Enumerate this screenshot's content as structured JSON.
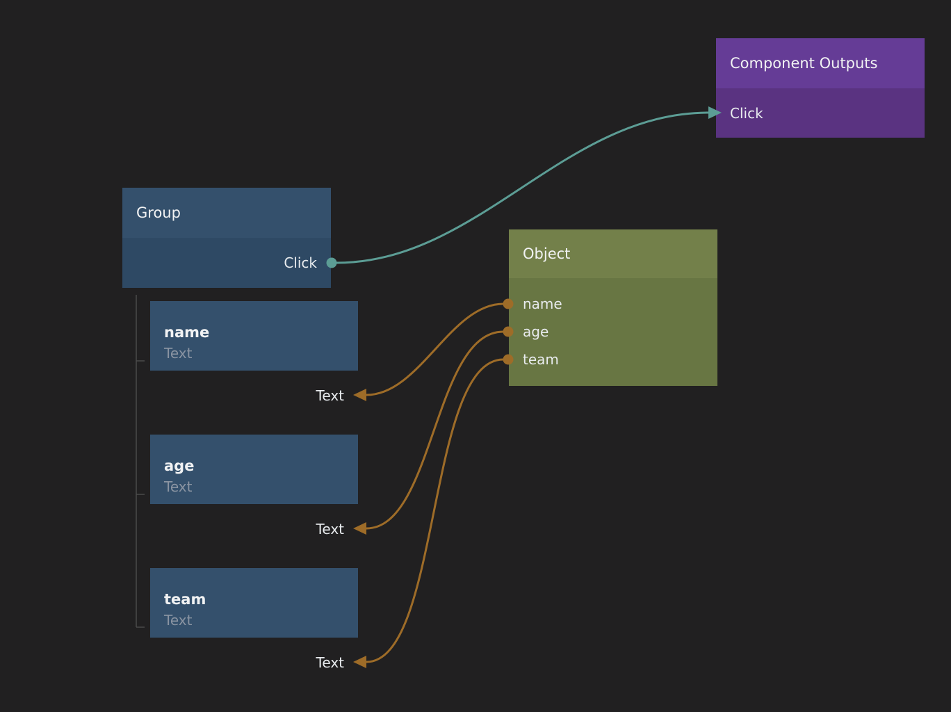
{
  "app": "node-graph-editor",
  "colors": {
    "background": "#212021",
    "blue_header": "#34506c",
    "blue_body": "#2e4964",
    "olive_header": "#73804a",
    "olive_body": "#687643",
    "purple_header": "#653c96",
    "purple_body": "#5a3381",
    "signal_edge": "#5c9d95",
    "data_edge": "#9e6c28",
    "tree_line": "#4b4b4b",
    "title_text": "#f1f2f3",
    "port_text": "#e8ebee",
    "subtitle_text": "#8a94a2"
  },
  "nodes": {
    "group": {
      "title": "Group",
      "output": "Click"
    },
    "component_outputs": {
      "title": "Component Outputs",
      "input": "Click"
    },
    "object": {
      "title": "Object",
      "outputs": [
        "name",
        "age",
        "team"
      ]
    },
    "children": [
      {
        "title": "name",
        "subtitle": "Text",
        "input": "Text"
      },
      {
        "title": "age",
        "subtitle": "Text",
        "input": "Text"
      },
      {
        "title": "team",
        "subtitle": "Text",
        "input": "Text"
      }
    ]
  },
  "edges": [
    {
      "from": "Group.Click",
      "to": "Component Outputs.Click",
      "type": "signal"
    },
    {
      "from": "Object.name",
      "to": "name.Text",
      "type": "data"
    },
    {
      "from": "Object.age",
      "to": "age.Text",
      "type": "data"
    },
    {
      "from": "Object.team",
      "to": "team.Text",
      "type": "data"
    }
  ]
}
